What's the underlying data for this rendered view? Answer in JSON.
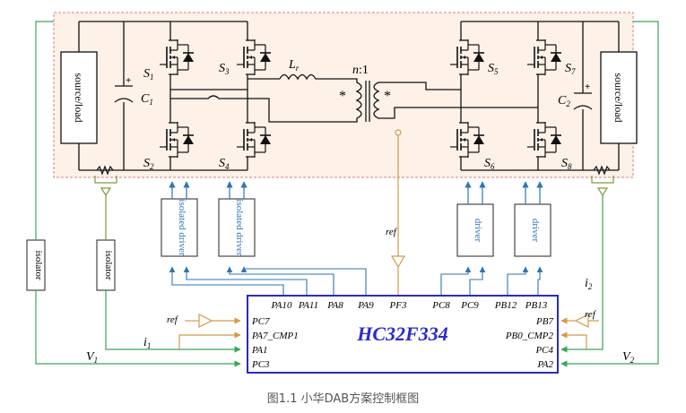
{
  "diagram": {
    "left_bridge": {
      "source_label": "source/load",
      "capacitor": "C",
      "capacitor_sub": "1",
      "switches": [
        {
          "letter": "S",
          "sub": "1"
        },
        {
          "letter": "S",
          "sub": "2"
        },
        {
          "letter": "S",
          "sub": "3"
        },
        {
          "letter": "S",
          "sub": "4"
        }
      ]
    },
    "right_bridge": {
      "source_label": "source/load",
      "capacitor": "C",
      "capacitor_sub": "2",
      "switches": [
        {
          "letter": "S",
          "sub": "5"
        },
        {
          "letter": "S",
          "sub": "6"
        },
        {
          "letter": "S",
          "sub": "7"
        },
        {
          "letter": "S",
          "sub": "8"
        }
      ]
    },
    "inductor": {
      "letter": "L",
      "sub": "r"
    },
    "transformer": {
      "ratio": ":1",
      "ratio_n": "n",
      "dot_mark": "*"
    },
    "capacitor_polarity": "+",
    "drivers": [
      {
        "label": "isolated driver"
      },
      {
        "label": "isolated driver"
      },
      {
        "label": "driver"
      },
      {
        "label": "driver"
      }
    ],
    "isolators": [
      {
        "label": "isolator"
      },
      {
        "label": "isolator"
      }
    ],
    "controller": {
      "name": "HC32F334",
      "top_pins": [
        "PA10",
        "PA11",
        "PA8",
        "PA9",
        "PF3",
        "PC8",
        "PC9",
        "PB12",
        "PB13"
      ],
      "left_pins": [
        "PC7",
        "PA7_CMP1",
        "PA1",
        "PC3"
      ],
      "right_pins": [
        "PB7",
        "PB0_CMP2",
        "PC4",
        "PA2"
      ]
    },
    "signals": {
      "ref": "ref",
      "i1": "i",
      "i1_sub": "1",
      "i2": "i",
      "i2_sub": "2",
      "v1": "V",
      "v1_sub": "1",
      "v2": "V",
      "v2_sub": "2"
    },
    "colors": {
      "power_wire": "#1a1a1a",
      "driver_blue": "#2e75b6",
      "signal_green": "#3aa55a",
      "ref_orange": "#d49a4a",
      "iso_olive": "#7f9a3d",
      "mcu_border": "#2b2bbf",
      "mcu_text": "#2a2ad0",
      "frame_red": "#d98080",
      "frame_fill": "#fdf1e8"
    }
  },
  "caption": "图1.1 小华DAB方案控制框图"
}
